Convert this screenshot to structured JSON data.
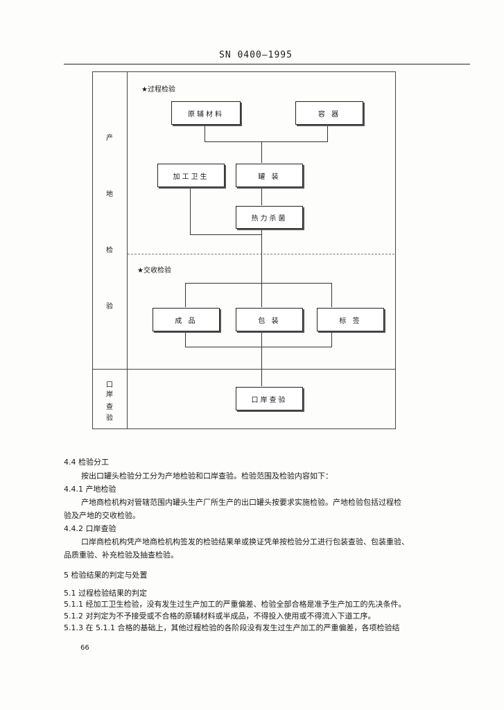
{
  "header": {
    "standard_no": "SN 0400—1995"
  },
  "flowchart": {
    "side_label_origin": [
      "产",
      "地",
      "检",
      "验"
    ],
    "side_label_port": [
      "口",
      "岸",
      "查",
      "验"
    ],
    "section_process": "★过程检验",
    "section_acceptance": "★交收检验",
    "box_raw_materials": "原辅材料",
    "box_container": "容  器",
    "box_processing_hygiene": "加工卫生",
    "box_canning": "罐  装",
    "box_heat_sterilization": "热力杀菌",
    "box_finished_product": "成  品",
    "box_packaging": "包  装",
    "box_labeling": "标  签",
    "box_port_inspection": "口岸查验"
  },
  "body": {
    "s4_4_heading": "4.4  检验分工",
    "s4_4_text": "按出口罐头检验分工分为产地检验和口岸查验。检验范围及检验内容如下：",
    "s4_4_1_heading": "4.4.1  产地检验",
    "s4_4_1_text_line1": "产地商检机构对管辖范围内罐头生产厂所生产的出口罐头按要求实施检验。产地检验包括过程检",
    "s4_4_1_text_line2": "验及产地的交收检验。",
    "s4_4_2_heading": "4.4.2  口岸查验",
    "s4_4_2_text_line1": "口岸商检机构凭产地商检机构签发的检验结果单或换证凭单按检验分工进行包装查验、包装重验、",
    "s4_4_2_text_line2": "品质重验、补充检验及抽查检验。",
    "s5_heading": "5  检验结果的判定与处置",
    "s5_1_heading": "5.1  过程检验结果的判定",
    "s5_1_1": "5.1.1  经加工卫生检验，没有发生过生产加工的严重偏差、检验全部合格是准予生产加工的先决条件。",
    "s5_1_2": "5.1.2  对判定为不予接受或不合格的原辅材料或半成品，不得投入使用或不得流入下道工序。",
    "s5_1_3": "5.1.3  在 5.1.1 合格的基础上，其他过程检验的各阶段没有发生过生产加工的严重偏差，各项检验结"
  },
  "footer": {
    "page_number": "66"
  }
}
